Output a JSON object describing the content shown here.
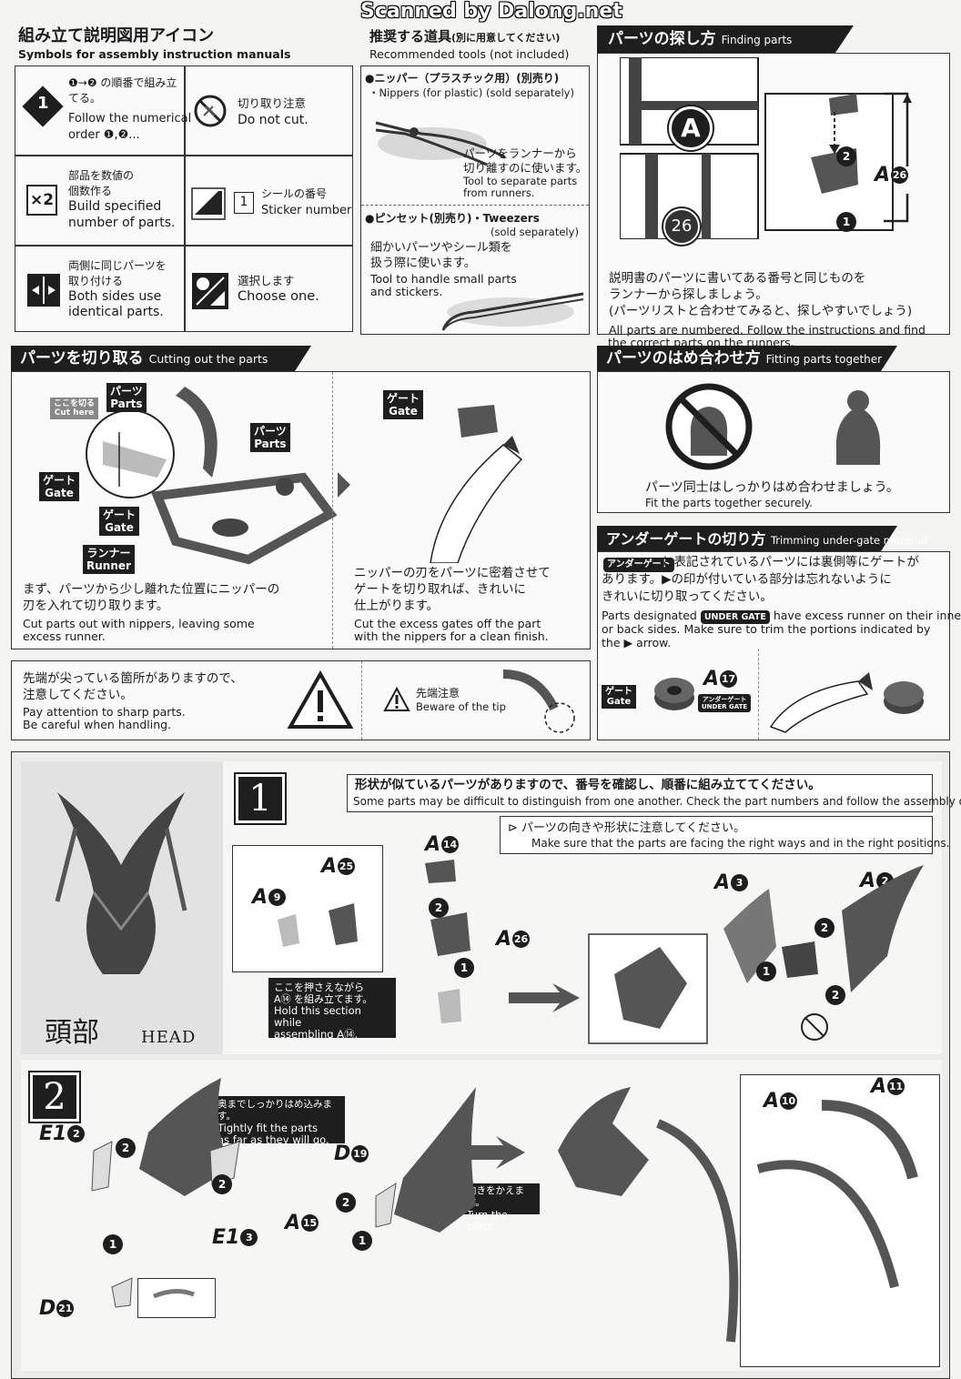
{
  "watermark": "Scanned by Dalong.net",
  "symbols": {
    "title_jp": "組み立て説明図用アイコン",
    "title_en": "Symbols for assembly instruction manuals",
    "items": [
      {
        "jp": "❶→❷ の順番で組み立てる。",
        "en1": "Follow the numerical",
        "en2": "order ❶,❷..."
      },
      {
        "jp": "切り取り注意",
        "en1": "Do not cut."
      },
      {
        "icon": "×2",
        "jp1": "部品を数値の",
        "jp2": "個数作る",
        "en1": "Build specified",
        "en2": "number of parts."
      },
      {
        "icon": "1",
        "jp": "シールの番号",
        "en1": "Sticker number"
      },
      {
        "jp1": "両側に同じパーツを",
        "jp2": "取り付ける",
        "en1": "Both sides use",
        "en2": "identical parts."
      },
      {
        "jp": "選択します",
        "en1": "Choose one."
      }
    ]
  },
  "tools": {
    "title_jp": "推奨する道具",
    "title_jp_sub": "(別に用意してください)",
    "title_en": "Recommended tools (not included)",
    "nippers_jp": "●ニッパー（プラスチック用）(別売り)",
    "nippers_en": "・Nippers (for plastic) (sold separately)",
    "nippers_desc_jp1": "パーツをランナーから",
    "nippers_desc_jp2": "切り離すのに使います。",
    "nippers_desc_en1": "Tool to separate parts",
    "nippers_desc_en2": "from runners.",
    "tweezers_jp": "●ピンセット(別売り)・Tweezers",
    "tweezers_en": "(sold separately)",
    "tweezers_desc_jp1": "細かいパーツやシール類を",
    "tweezers_desc_jp2": "扱う際に使います。",
    "tweezers_desc_en1": "Tool to handle small parts",
    "tweezers_desc_en2": "and stickers."
  },
  "finding": {
    "title_jp": "パーツの探し方",
    "title_en": "Finding parts",
    "label_a": "A",
    "label_26": "26",
    "part_a": "A",
    "part_num": "26",
    "jp1": "説明書のパーツに書いてある番号と同じものを",
    "jp2": "ランナーから探しましょう。",
    "jp3": "(パーツリストと合わせてみると、探しやすいでしょう)",
    "en1": "All parts are numbered. Follow the instructions and find",
    "en2": "the correct parts on the runners."
  },
  "cutting": {
    "title_jp": "パーツを切り取る",
    "title_en": "Cutting out the parts",
    "cut_here_jp": "ここを切る",
    "cut_here_en": "Cut here",
    "parts_jp": "パーツ",
    "parts_en": "Parts",
    "gate_jp": "ゲート",
    "gate_en": "Gate",
    "runner_jp": "ランナー",
    "runner_en": "Runner",
    "left_jp1": "まず、パーツから少し離れた位置にニッパーの",
    "left_jp2": "刃を入れて切り取ります。",
    "left_en1": "Cut parts out with nippers, leaving some",
    "left_en2": "excess runner.",
    "right_jp1": "ニッパーの刃をパーツに密着させて",
    "right_jp2": "ゲートを切り取れば、きれいに",
    "right_jp3": "仕上がります。",
    "right_en1": "Cut the excess gates off the part",
    "right_en2": "with the nippers for a clean finish."
  },
  "fitting": {
    "title_jp": "パーツのはめ合わせ方",
    "title_en": "Fitting parts together",
    "jp": "パーツ同士はしっかりはめ合わせましょう。",
    "en": "Fit the parts together securely."
  },
  "undergate": {
    "title_jp": "アンダーゲートの切り方",
    "title_en": "Trimming under-gate material",
    "badge_jp": "アンダーゲート",
    "badge_en": "UNDER GATE",
    "jp1": "と表記されているパーツには裏側等にゲートが",
    "jp2": "あります。▶の印が付いている部分は忘れないように",
    "jp3": "きれいに切り取ってください。",
    "en1a": "Parts designated",
    "en1b": "have excess runner on their inner",
    "en2": "or back sides. Make sure to trim the portions indicated by",
    "en3": "the ▶ arrow.",
    "gate_jp": "ゲート",
    "gate_en": "Gate",
    "part_a": "A",
    "part_num": "17"
  },
  "sharp": {
    "jp1": "先端が尖っている箇所がありますので、",
    "jp2": "注意してください。",
    "en1": "Pay attention to sharp parts.",
    "en2": "Be careful when handling.",
    "tip_jp": "先端注意",
    "tip_en": "Beware of the tip"
  },
  "head": {
    "label_jp": "頭部",
    "label_en": "HEAD"
  },
  "step1": {
    "num": "1",
    "notice_jp": "形状が似ているパーツがありますので、番号を確認し、順番に組み立ててください。",
    "notice_en": "Some parts may be difficult to distinguish from one another. Check the part numbers and follow the assembly order.",
    "caution_jp": "パーツの向きや形状に注意してください。",
    "caution_en": "Make sure that the parts are facing the right ways and in the right positions.",
    "hold_jp1": "ここを押さえながら",
    "hold_jp2": "を組み立てます。",
    "hold_en1": "Hold this section while",
    "hold_en2": "assembling",
    "hold_part": "A⑭",
    "parts": [
      {
        "letter": "A",
        "num": "14"
      },
      {
        "letter": "A",
        "num": "25"
      },
      {
        "letter": "A",
        "num": "9"
      },
      {
        "letter": "A",
        "num": "26"
      },
      {
        "letter": "A",
        "num": "3"
      },
      {
        "letter": "A",
        "num": "2"
      }
    ]
  },
  "step2": {
    "num": "2",
    "fit_jp": "奥までしっかりはめ込みます。",
    "fit_en1": "Tightly fit the parts",
    "fit_en2": "as far as they will go.",
    "turn_jp": "向きをかえます。",
    "turn_en": "Turn the parts.",
    "parts": [
      {
        "letter": "E1",
        "num": "2"
      },
      {
        "letter": "E1",
        "num": "3"
      },
      {
        "letter": "D",
        "num": "21"
      },
      {
        "letter": "D",
        "num": "19"
      },
      {
        "letter": "A",
        "num": "15"
      },
      {
        "letter": "A",
        "num": "10"
      },
      {
        "letter": "A",
        "num": "11"
      }
    ]
  }
}
